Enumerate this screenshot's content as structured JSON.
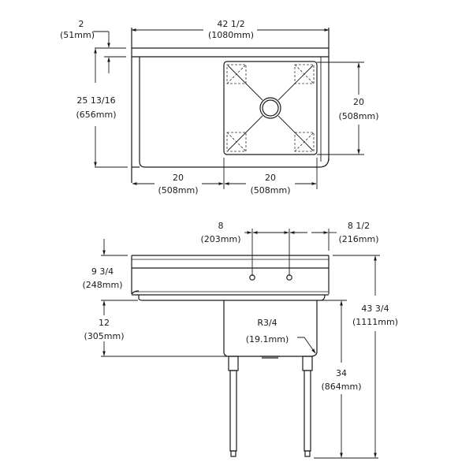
{
  "top_view": {
    "overall_width": {
      "frac": "42 1/2",
      "mm": "(1080mm)"
    },
    "backsplash_depth": {
      "frac": "2",
      "mm": "(51mm)"
    },
    "overall_depth": {
      "frac": "25 13/16",
      "mm": "(656mm)"
    },
    "drainboard_width": {
      "frac": "20",
      "mm": "(508mm)"
    },
    "bowl_width": {
      "frac": "20",
      "mm": "(508mm)"
    },
    "bowl_depth": {
      "frac": "20",
      "mm": "(508mm)"
    }
  },
  "front_view": {
    "faucet_spacing": {
      "frac": "8",
      "mm": "(203mm)"
    },
    "faucet_to_end": {
      "frac": "8 1/2",
      "mm": "(216mm)"
    },
    "backsplash_height": {
      "frac": "9 3/4",
      "mm": "(248mm)"
    },
    "bowl_depth": {
      "frac": "12",
      "mm": "(305mm)"
    },
    "corner_radius": {
      "frac": "R3/4",
      "mm": "(19.1mm)"
    },
    "rim_height": {
      "frac": "34",
      "mm": "(864mm)"
    },
    "overall_height": {
      "frac": "43 3/4",
      "mm": "(1111mm)"
    }
  }
}
